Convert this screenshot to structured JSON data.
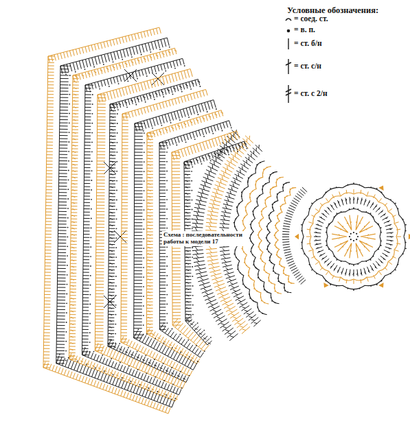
{
  "diagram": {
    "labels": [
      "Условные обозначения:",
      "Схема : последовательности работы к модели 17"
    ],
    "legend": [
      {
        "text": "= соед. ст."
      },
      {
        "text": "= в. п."
      },
      {
        "text": "= ст. б/н"
      },
      {
        "text": "= ст. с/н"
      },
      {
        "text": "= ст. с 2/н"
      }
    ]
  }
}
